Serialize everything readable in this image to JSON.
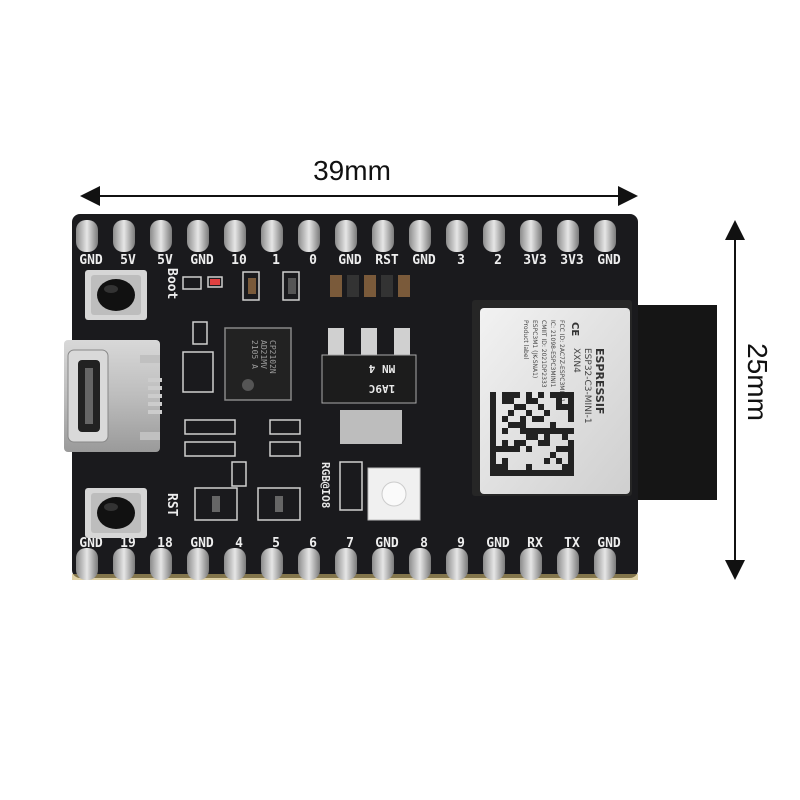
{
  "dimensions": {
    "width_label": "39mm",
    "height_label": "25mm"
  },
  "board": {
    "top_pins": [
      "GND",
      "5V",
      "5V",
      "GND",
      "10",
      "1",
      "0",
      "GND",
      "RST",
      "GND",
      "3",
      "2",
      "3V3",
      "3V3",
      "GND"
    ],
    "bottom_pins": [
      "GND",
      "19",
      "18",
      "GND",
      "4",
      "5",
      "6",
      "7",
      "GND",
      "8",
      "9",
      "GND",
      "RX",
      "TX",
      "GND"
    ],
    "boot_label": "Boot",
    "rst_label": "RST",
    "rgb_label": "RGB@IO8",
    "usb_chip": {
      "line1": "CP2102N",
      "line2": "AD21MV",
      "line3": "2105 A"
    },
    "regulator": {
      "line1": "MN 4",
      "line2": "1A9C"
    },
    "module": {
      "brand": "ESPRESSIF",
      "model": "ESP32-C3-MINI-1",
      "code": "XXN4",
      "cert_lines": [
        "FCC ID: 2AC7Z-ESPC3MINI1",
        "IC: 21098-ESPC3MINI1",
        "CMIIT ID: 2021DP2333",
        "ESPC3M1 (JK-SNA1)",
        "Product label"
      ]
    }
  }
}
